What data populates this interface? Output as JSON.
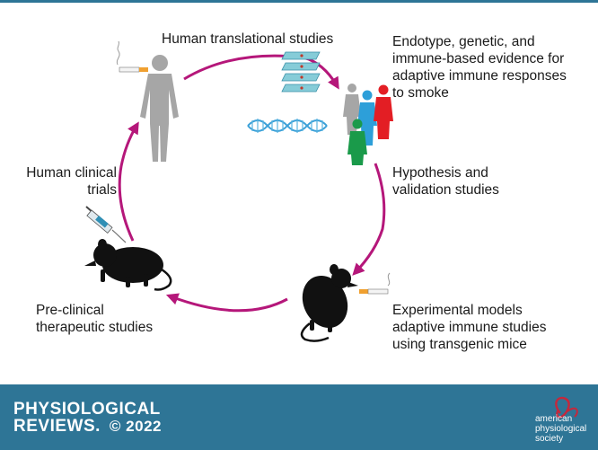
{
  "labels": {
    "human_translational": "Human translational studies",
    "endotype": [
      "Endotype, genetic, and",
      "immune-based evidence for",
      "adaptive immune responses",
      "to smoke"
    ],
    "hypothesis": [
      "Hypothesis and",
      "validation studies"
    ],
    "experimental": [
      "Experimental models",
      "adaptive immune studies",
      "using transgenic mice"
    ],
    "preclinical": [
      "Pre-clinical",
      "therapeutic studies"
    ],
    "clinical": [
      "Human clinical",
      "trials"
    ]
  },
  "footer": {
    "journal_line1": "PHYSIOLOGICAL",
    "journal_line2": "REVIEWS.",
    "copyright": "© 2022",
    "society_line1": "american",
    "society_line2": "physiological",
    "society_line3": "society"
  },
  "colors": {
    "cycle_arrow": "#b5177a",
    "footer_bg": "#2e7596",
    "figure_gray": "#a6a6a6",
    "figure_blue": "#2d9fd9",
    "figure_red": "#e31e24",
    "figure_green": "#1a9a4a",
    "dna_blue": "#3aa0d8",
    "logo_red": "#c4283c"
  },
  "icons": [
    "cigarette-icon",
    "human-body-icon",
    "slide-stack-icon",
    "people-group-icon",
    "dna-helix-icon",
    "mouse-icon",
    "syringe-icon"
  ]
}
